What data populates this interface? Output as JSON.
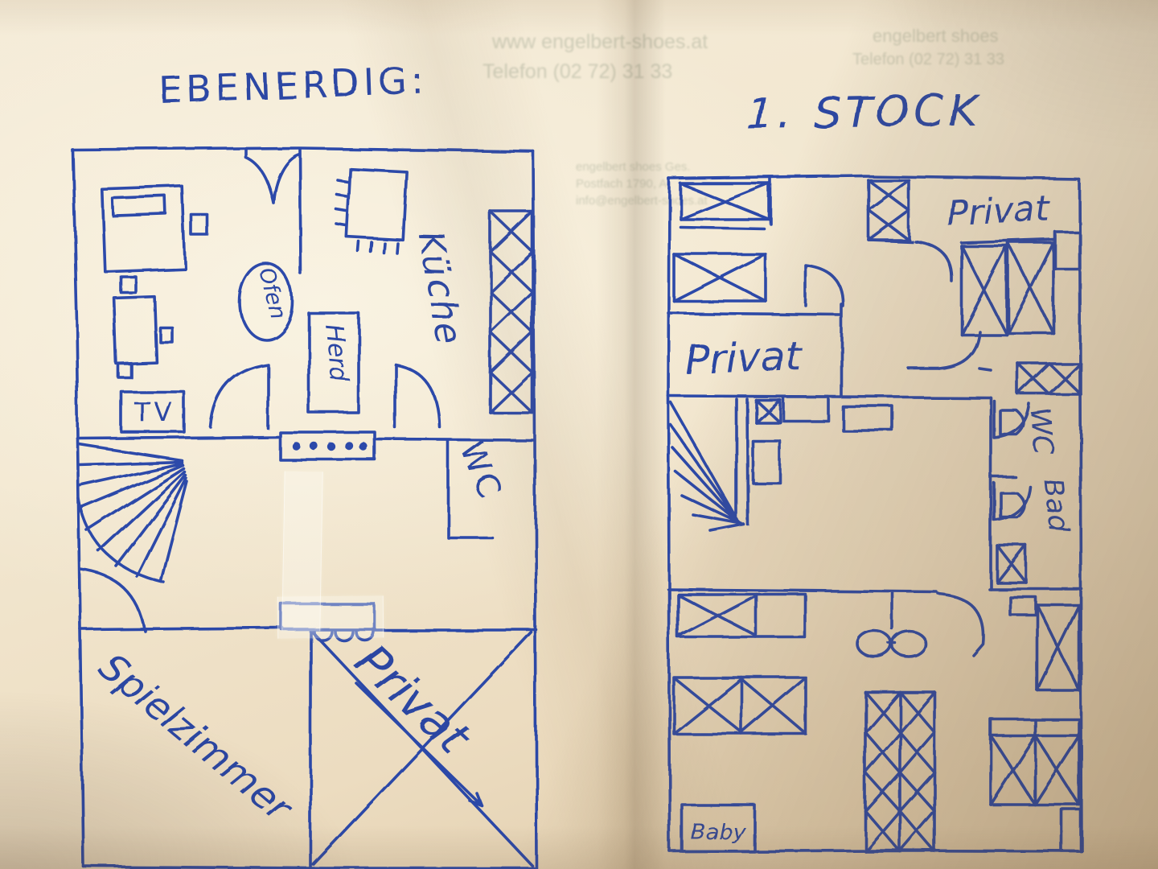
{
  "page": {
    "kind": "hand-drawn floor plan sketch in blue pen on cream paper",
    "ink_color": "#1b3aa0",
    "paper_color": "#f2e7d0"
  },
  "left_plan": {
    "title": "EBENERDIG:",
    "labels": {
      "kueche": "Küche",
      "ofen": "Ofen",
      "herd": "Herd",
      "tv": "TV",
      "wc": "WC",
      "spielzimmer": "Spielzimmer",
      "privat": "Privat"
    }
  },
  "right_plan": {
    "title": "1. STOCK",
    "labels": {
      "privat_top": "Privat",
      "privat_left": "Privat",
      "wc": "WC",
      "bad": "Bad",
      "baby": "Baby"
    }
  },
  "bleedthrough": {
    "left_top_line1": "www engelbert-shoes.at",
    "left_top_line2": "Telefon (02 72) 31 33",
    "left_mid_line1": "engelbert shoes Ges.",
    "left_mid_line2": "Postfach 1790, A-",
    "left_mid_line3": "info@engelbert-shoes.at",
    "right_top_line1": "engelbert shoes",
    "right_top_line2": "Telefon (02 72) 31 33"
  }
}
